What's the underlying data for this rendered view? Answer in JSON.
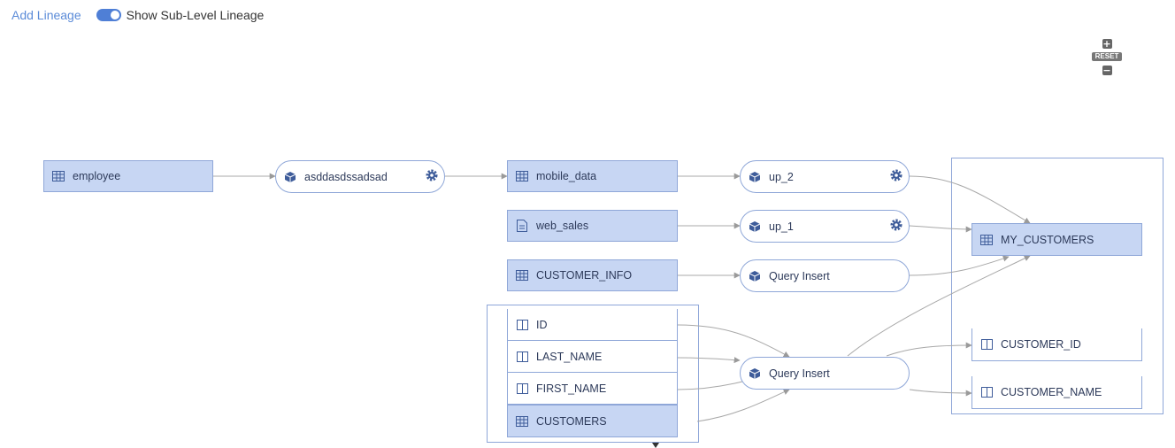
{
  "toolbar": {
    "add_lineage": "Add Lineage",
    "sub_level_label": "Show Sub-Level Lineage",
    "sub_level_enabled": true
  },
  "zoom": {
    "plus": "+",
    "reset": "RESET",
    "minus": "−"
  },
  "nodes": {
    "employee": "employee",
    "asddasdssadsad": "asddasdssadsad",
    "mobile_data": "mobile_data",
    "up_2": "up_2",
    "web_sales": "web_sales",
    "up_1": "up_1",
    "customer_info": "CUSTOMER_INFO",
    "query_insert_1": "Query Insert",
    "id": "ID",
    "last_name": "LAST_NAME",
    "first_name": "FIRST_NAME",
    "customers": "CUSTOMERS",
    "query_insert_2": "Query Insert",
    "my_customers": "MY_CUSTOMERS",
    "customer_id": "CUSTOMER_ID",
    "customer_name": "CUSTOMER_NAME"
  },
  "colors": {
    "accent": "#4f7fd6",
    "table_fill": "#c7d6f3",
    "node_border": "#8fa7d8",
    "icon": "#3e5c9a",
    "edge": "#a8a8a8"
  }
}
